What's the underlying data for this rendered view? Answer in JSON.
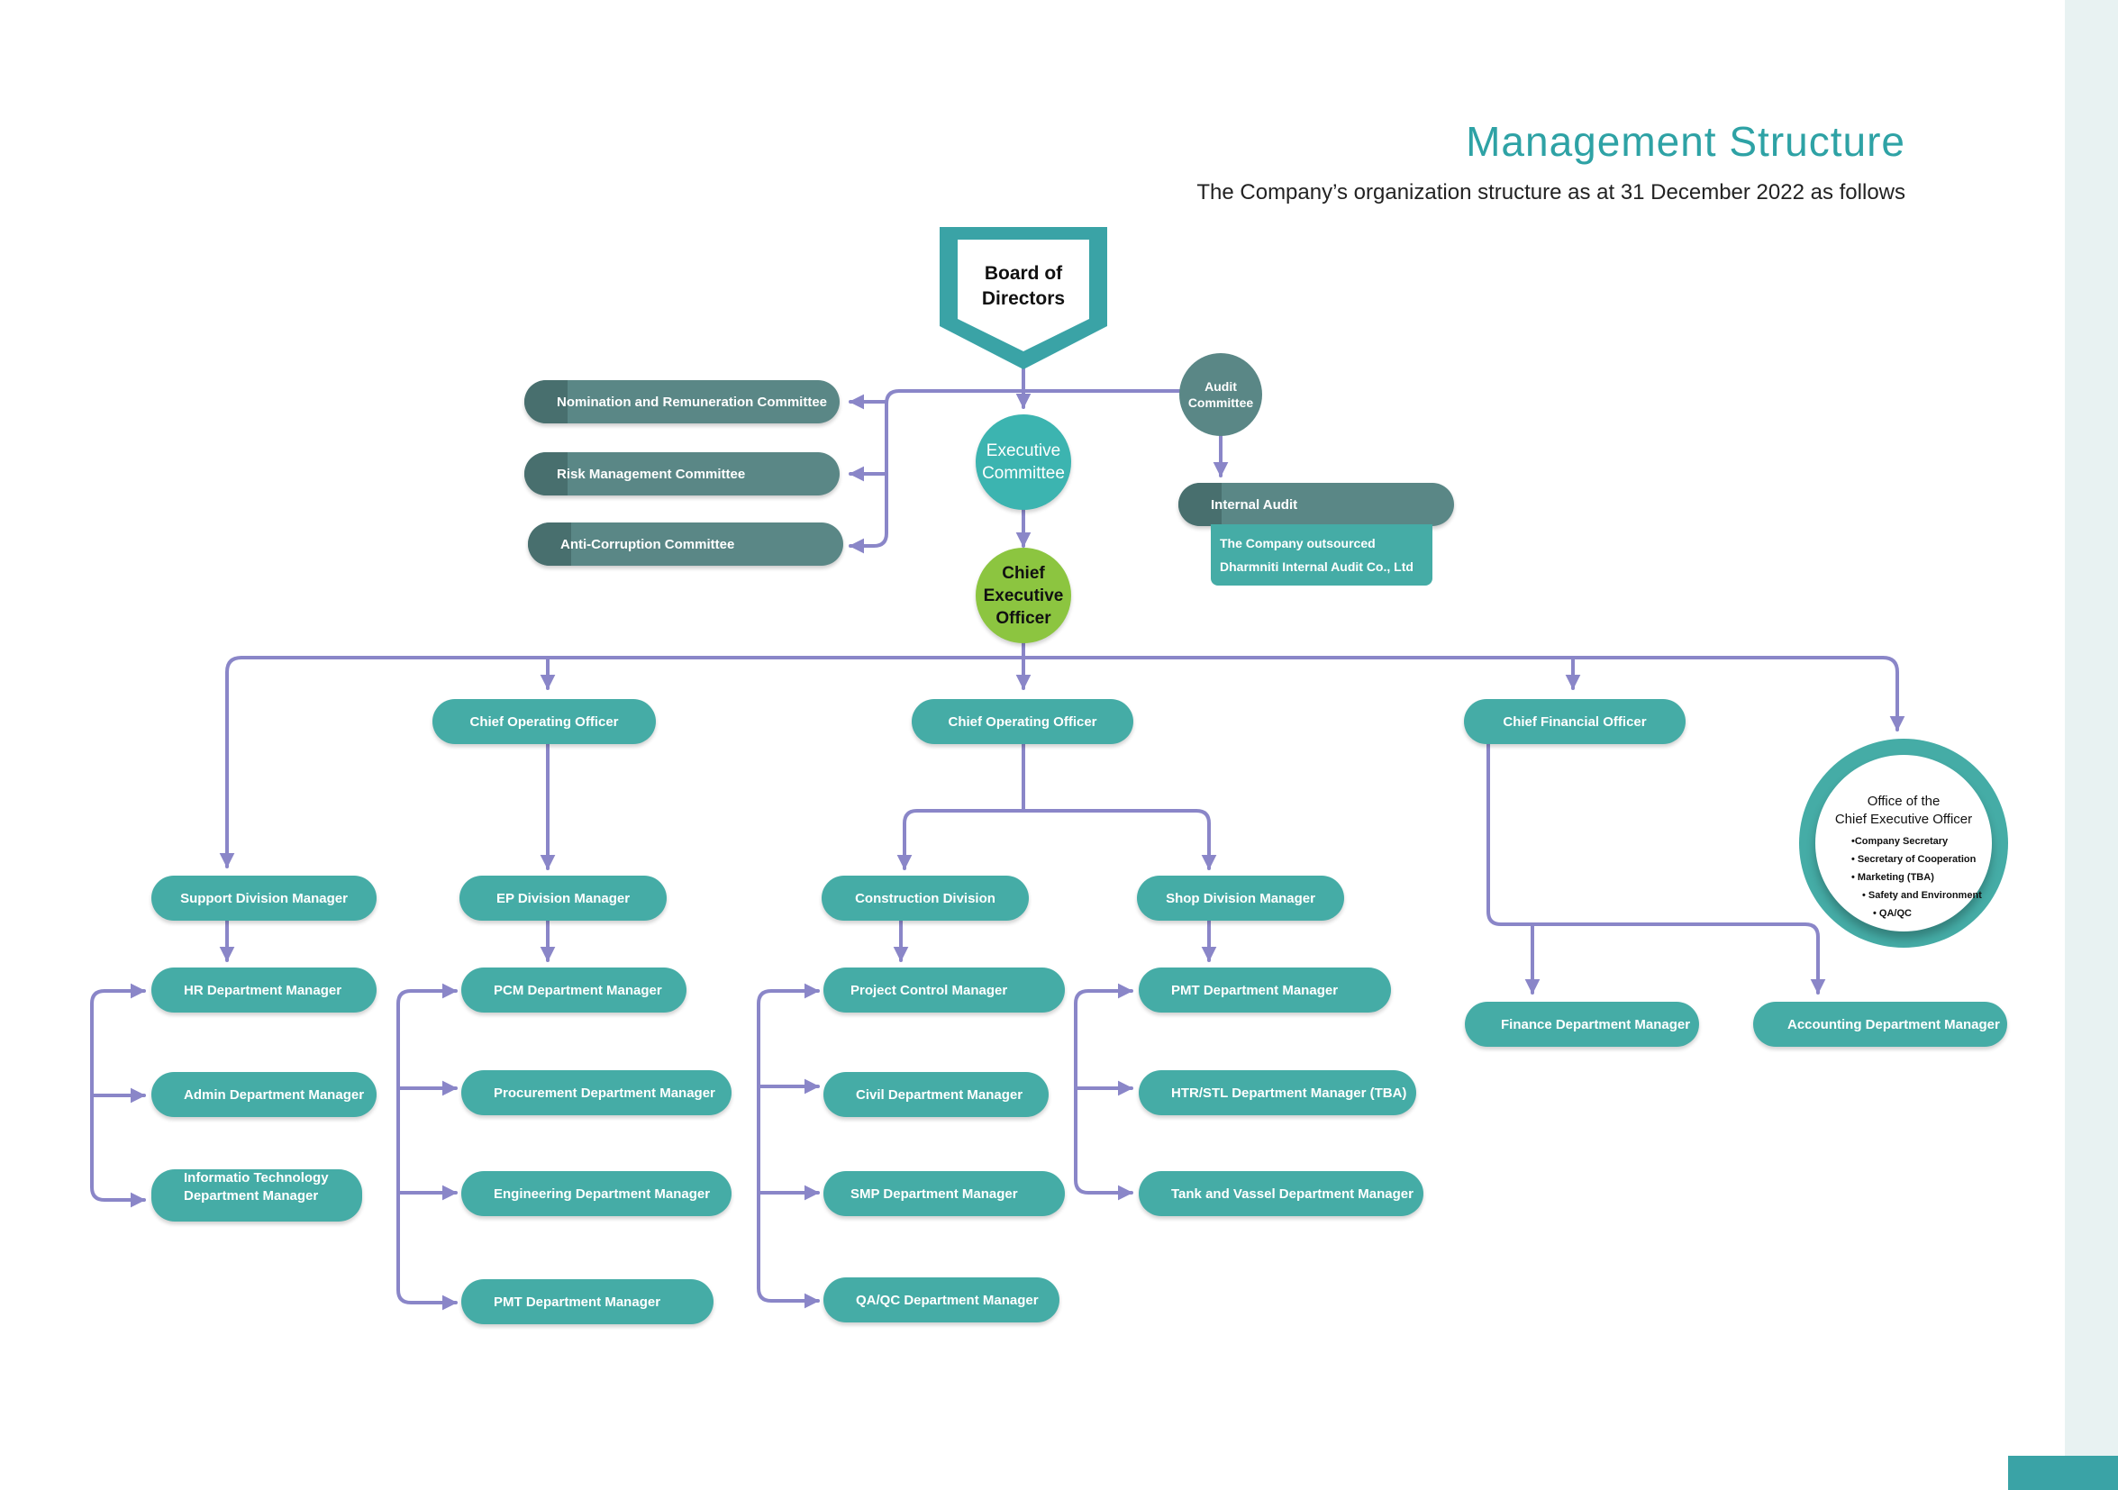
{
  "header": {
    "title": "Management Structure",
    "subtitle": "The Company’s organization structure as at 31 December 2022 as follows"
  },
  "colors": {
    "teal": "#45aca6",
    "slate": "#5a8786",
    "connector": "#8a86c8",
    "green": "#8cc540"
  },
  "board": {
    "line1": "Board of",
    "line2": "Directors"
  },
  "committees": {
    "nomination": "Nomination and Remuneration Committee",
    "risk": "Risk Management Committee",
    "anti": "Anti-Corruption Committee",
    "audit_line1": "Audit",
    "audit_line2": "Committee",
    "executive_line1": "Executive",
    "executive_line2": "Committee"
  },
  "internal_audit": {
    "label": "Internal Audit",
    "note_line1": "The Company outsourced",
    "note_line2": "Dharmniti Internal Audit Co., Ltd"
  },
  "ceo": {
    "line1": "Chief",
    "line2": "Executive",
    "line3": "Officer"
  },
  "officers": {
    "coo1": "Chief Operating Officer",
    "coo2": "Chief Operating Officer",
    "cfo": "Chief Financial Officer"
  },
  "office_ceo": {
    "line1": "Office of the",
    "line2": "Chief Executive Officer",
    "items": [
      "•Company Secretary",
      "• Secretary of Cooperation",
      "• Marketing (TBA)",
      "• Safety and Environment",
      "• QA/QC"
    ]
  },
  "divisions": {
    "support": "Support Division Manager",
    "ep": "EP Division Manager",
    "construction": "Construction Division",
    "shop": "Shop Division Manager"
  },
  "departments": {
    "support": [
      "HR Department Manager",
      "Admin Department Manager",
      "Informatio Technology",
      "Department Manager"
    ],
    "ep": [
      "PCM Department Manager",
      "Procurement Department Manager",
      "Engineering Department Manager",
      "PMT Department Manager"
    ],
    "construction": [
      "Project Control Manager",
      "Civil Department Manager",
      "SMP Department Manager",
      "QA/QC Department Manager"
    ],
    "shop": [
      "PMT Department Manager",
      "HTR/STL Department Manager (TBA)",
      "Tank and Vassel Department  Manager"
    ],
    "finance": [
      "Finance Department Manager",
      "Accounting Department Manager"
    ]
  }
}
